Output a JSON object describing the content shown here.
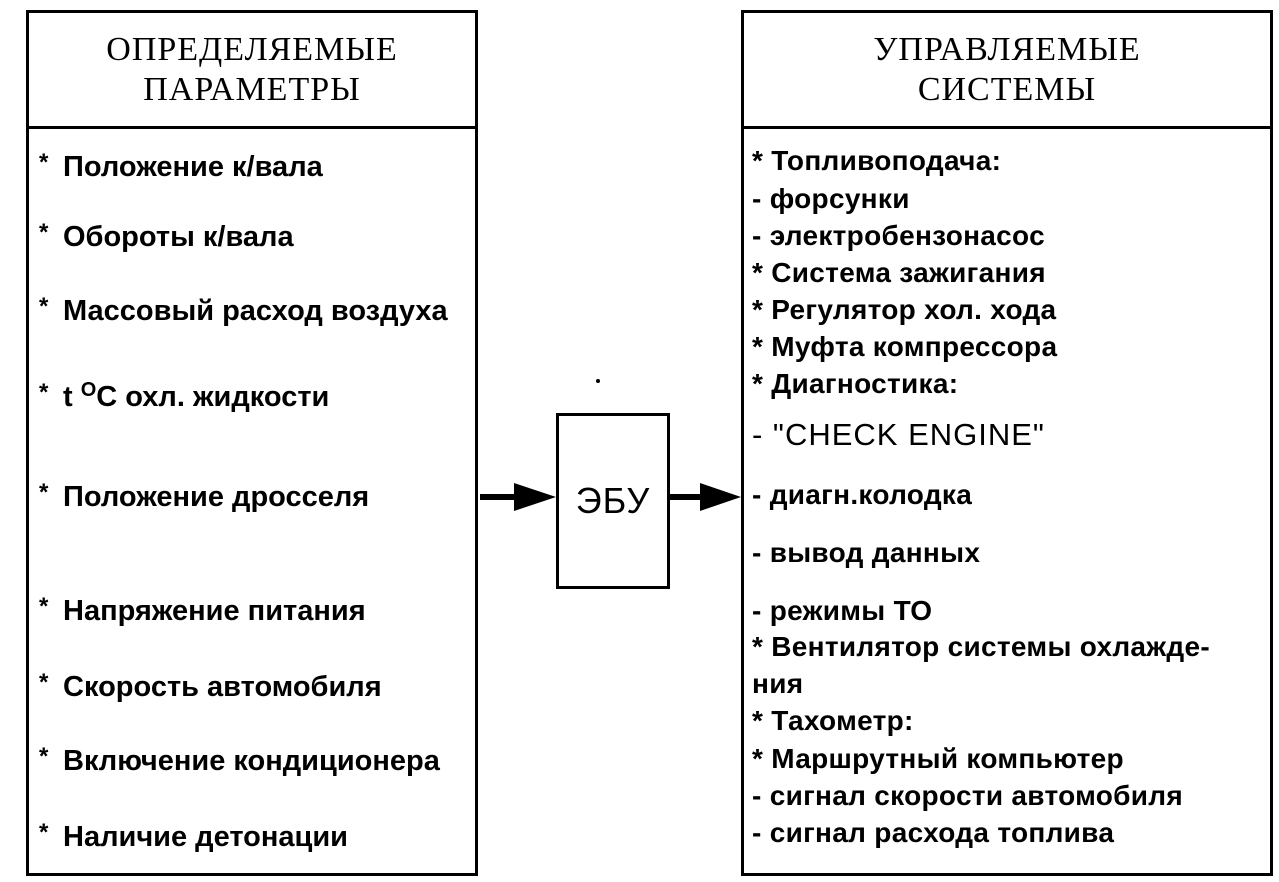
{
  "left_panel": {
    "title_line1": "ОПРЕДЕЛЯЕМЫЕ",
    "title_line2": "ПАРАМЕТРЫ",
    "items": [
      {
        "text": "Положение к/вала"
      },
      {
        "text": "Обороты к/вала"
      },
      {
        "text": "Массовый расход воздуха"
      },
      {
        "text_pre": "t ",
        "sup": "O",
        "text_post": "С охл. жидкости"
      },
      {
        "text": "Положение дросселя"
      },
      {
        "text": "Напряжение питания"
      },
      {
        "text": "Скорость автомобиля"
      },
      {
        "text": "Включение кондиционера"
      },
      {
        "text": "Наличие детонации"
      }
    ],
    "bullet": "*"
  },
  "center": {
    "label": "ЭБУ"
  },
  "right_panel": {
    "title_line1": "УПРАВЛЯЕМЫЕ",
    "title_line2": "СИСТЕМЫ",
    "items": [
      "* Топливоподача:",
      "- форсунки",
      "- электробензонасос",
      "* Система зажигания",
      "* Регулятор хол. хода",
      "* Муфта компрессора",
      "* Диагностика:",
      "- \"CHECK ENGINE\"",
      "- диагн.колодка",
      "- вывод данных",
      "- режимы ТО",
      "* Вентилятор системы охлажде-",
      "ния",
      "* Тахометр:",
      "* Маршрутный компьютер",
      "- сигнал скорости автомобиля",
      "- сигнал расхода топлива"
    ]
  }
}
